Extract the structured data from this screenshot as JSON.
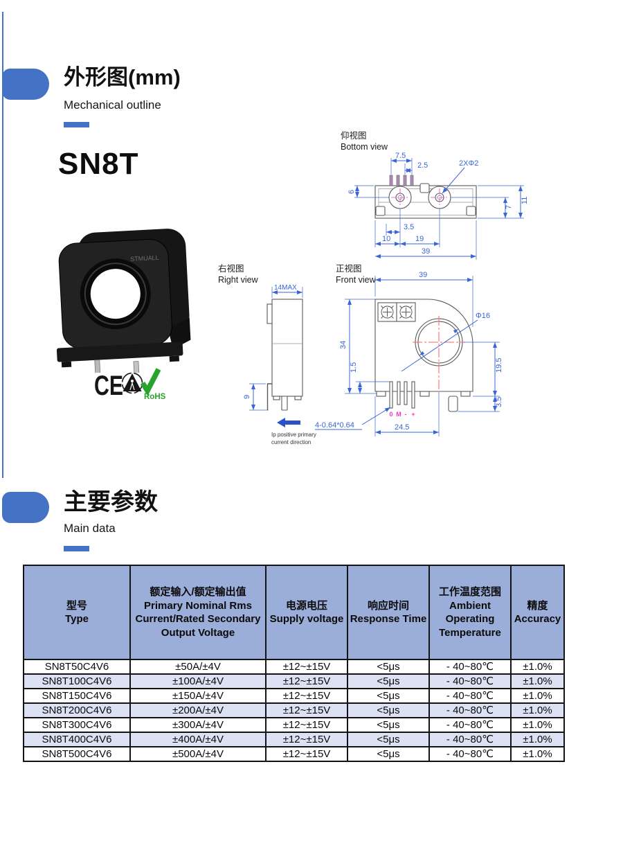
{
  "accent": "#4472C4",
  "section_outline": {
    "title_zh": "外形图(mm)",
    "title_en": "Mechanical outline",
    "model": "SN8T"
  },
  "product": {
    "brand": "STMUALL"
  },
  "marks": {
    "ce": "CE",
    "rohs": "RoHS"
  },
  "views": {
    "bottom": {
      "label_zh": "仰视图",
      "label_en": "Bottom view",
      "dims": {
        "pin_span": "7.5",
        "pin_pitch": "2.5",
        "holes": "2XΦ2",
        "top_to_hole": "6",
        "height": "11",
        "hole_to_bottom": "7",
        "pin_offset": "3.5",
        "left_to_hole": "10",
        "hole_pitch": "19",
        "width": "39"
      }
    },
    "right": {
      "label_zh": "右视图",
      "label_en": "Right view",
      "dims": {
        "width": "14MAX",
        "bracket": "9"
      },
      "note1": "Ip positive primary",
      "note2": "current direction"
    },
    "front": {
      "label_zh": "正视图",
      "label_en": "Front view",
      "dims": {
        "width": "39",
        "height": "34",
        "pin_row": "1.5",
        "aperture": "Φ16",
        "hole_to_bottom": "19.5",
        "peg": "3.5",
        "pin_span": "24.5",
        "pin_size": "4-0.64*0.64"
      },
      "pin_labels": [
        "0",
        "M",
        "-",
        "+"
      ]
    }
  },
  "section_data": {
    "title_zh": "主要参数",
    "title_en": "Main data"
  },
  "table": {
    "header_bg": "#9BADD9",
    "alt_bg": "#DCE2F3",
    "headers": [
      {
        "zh": "型号",
        "en": "Type"
      },
      {
        "zh": "额定输入/额定输出值",
        "en": "Primary Nominal Rms Current/Rated Secondary Output Voltage"
      },
      {
        "zh": "电源电压",
        "en": "Supply voltage"
      },
      {
        "zh": "响应时间",
        "en": "Response Time"
      },
      {
        "zh": "工作温度范围",
        "en": "Ambient Operating Temperature"
      },
      {
        "zh": "精度",
        "en": "Accuracy"
      }
    ],
    "rows": [
      [
        "SN8T50C4V6",
        "±50A/±4V",
        "±12~±15V",
        "<5μs",
        "- 40~80℃",
        "±1.0%"
      ],
      [
        "SN8T100C4V6",
        "±100A/±4V",
        "±12~±15V",
        "<5μs",
        "- 40~80℃",
        "±1.0%"
      ],
      [
        "SN8T150C4V6",
        "±150A/±4V",
        "±12~±15V",
        "<5μs",
        "- 40~80℃",
        "±1.0%"
      ],
      [
        "SN8T200C4V6",
        "±200A/±4V",
        "±12~±15V",
        "<5μs",
        "- 40~80℃",
        "±1.0%"
      ],
      [
        "SN8T300C4V6",
        "±300A/±4V",
        "±12~±15V",
        "<5μs",
        "- 40~80℃",
        "±1.0%"
      ],
      [
        "SN8T400C4V6",
        "±400A/±4V",
        "±12~±15V",
        "<5μs",
        "- 40~80℃",
        "±1.0%"
      ],
      [
        "SN8T500C4V6",
        "±500A/±4V",
        "±12~±15V",
        "<5μs",
        "- 40~80℃",
        "±1.0%"
      ]
    ]
  }
}
